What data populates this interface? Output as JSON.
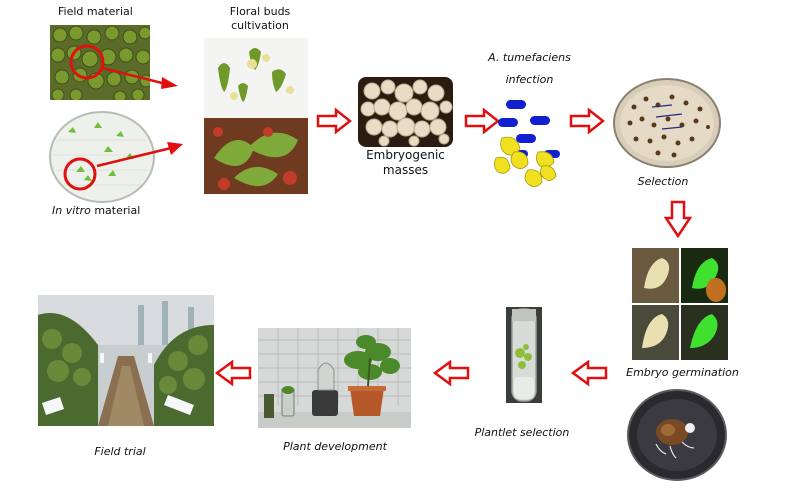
{
  "labels": {
    "field_material": "Field material",
    "floral_buds_line1": "Floral buds",
    "floral_buds_line2": "cultivation",
    "in_vitro_italic": "In vitro",
    "in_vitro_rest": " material",
    "embryogenic_line1": "Embryogenic",
    "embryogenic_line2": "masses",
    "agro_line1": "A. tumefaciens",
    "agro_line2": "infection",
    "selection": "Selection",
    "embryo_germination": "Embryo germination",
    "plantlet_selection": "Plantlet selection",
    "plant_development": "Plant development",
    "field_trial": "Field trial"
  },
  "colors": {
    "arrow_outline": "#e01010",
    "arrow_fill": "#ffffff",
    "highlight_circle": "#e01010",
    "bacteria_blue": "#1020d0",
    "bacteria_yellow": "#f0e020",
    "gfp_green": "#40e030"
  }
}
